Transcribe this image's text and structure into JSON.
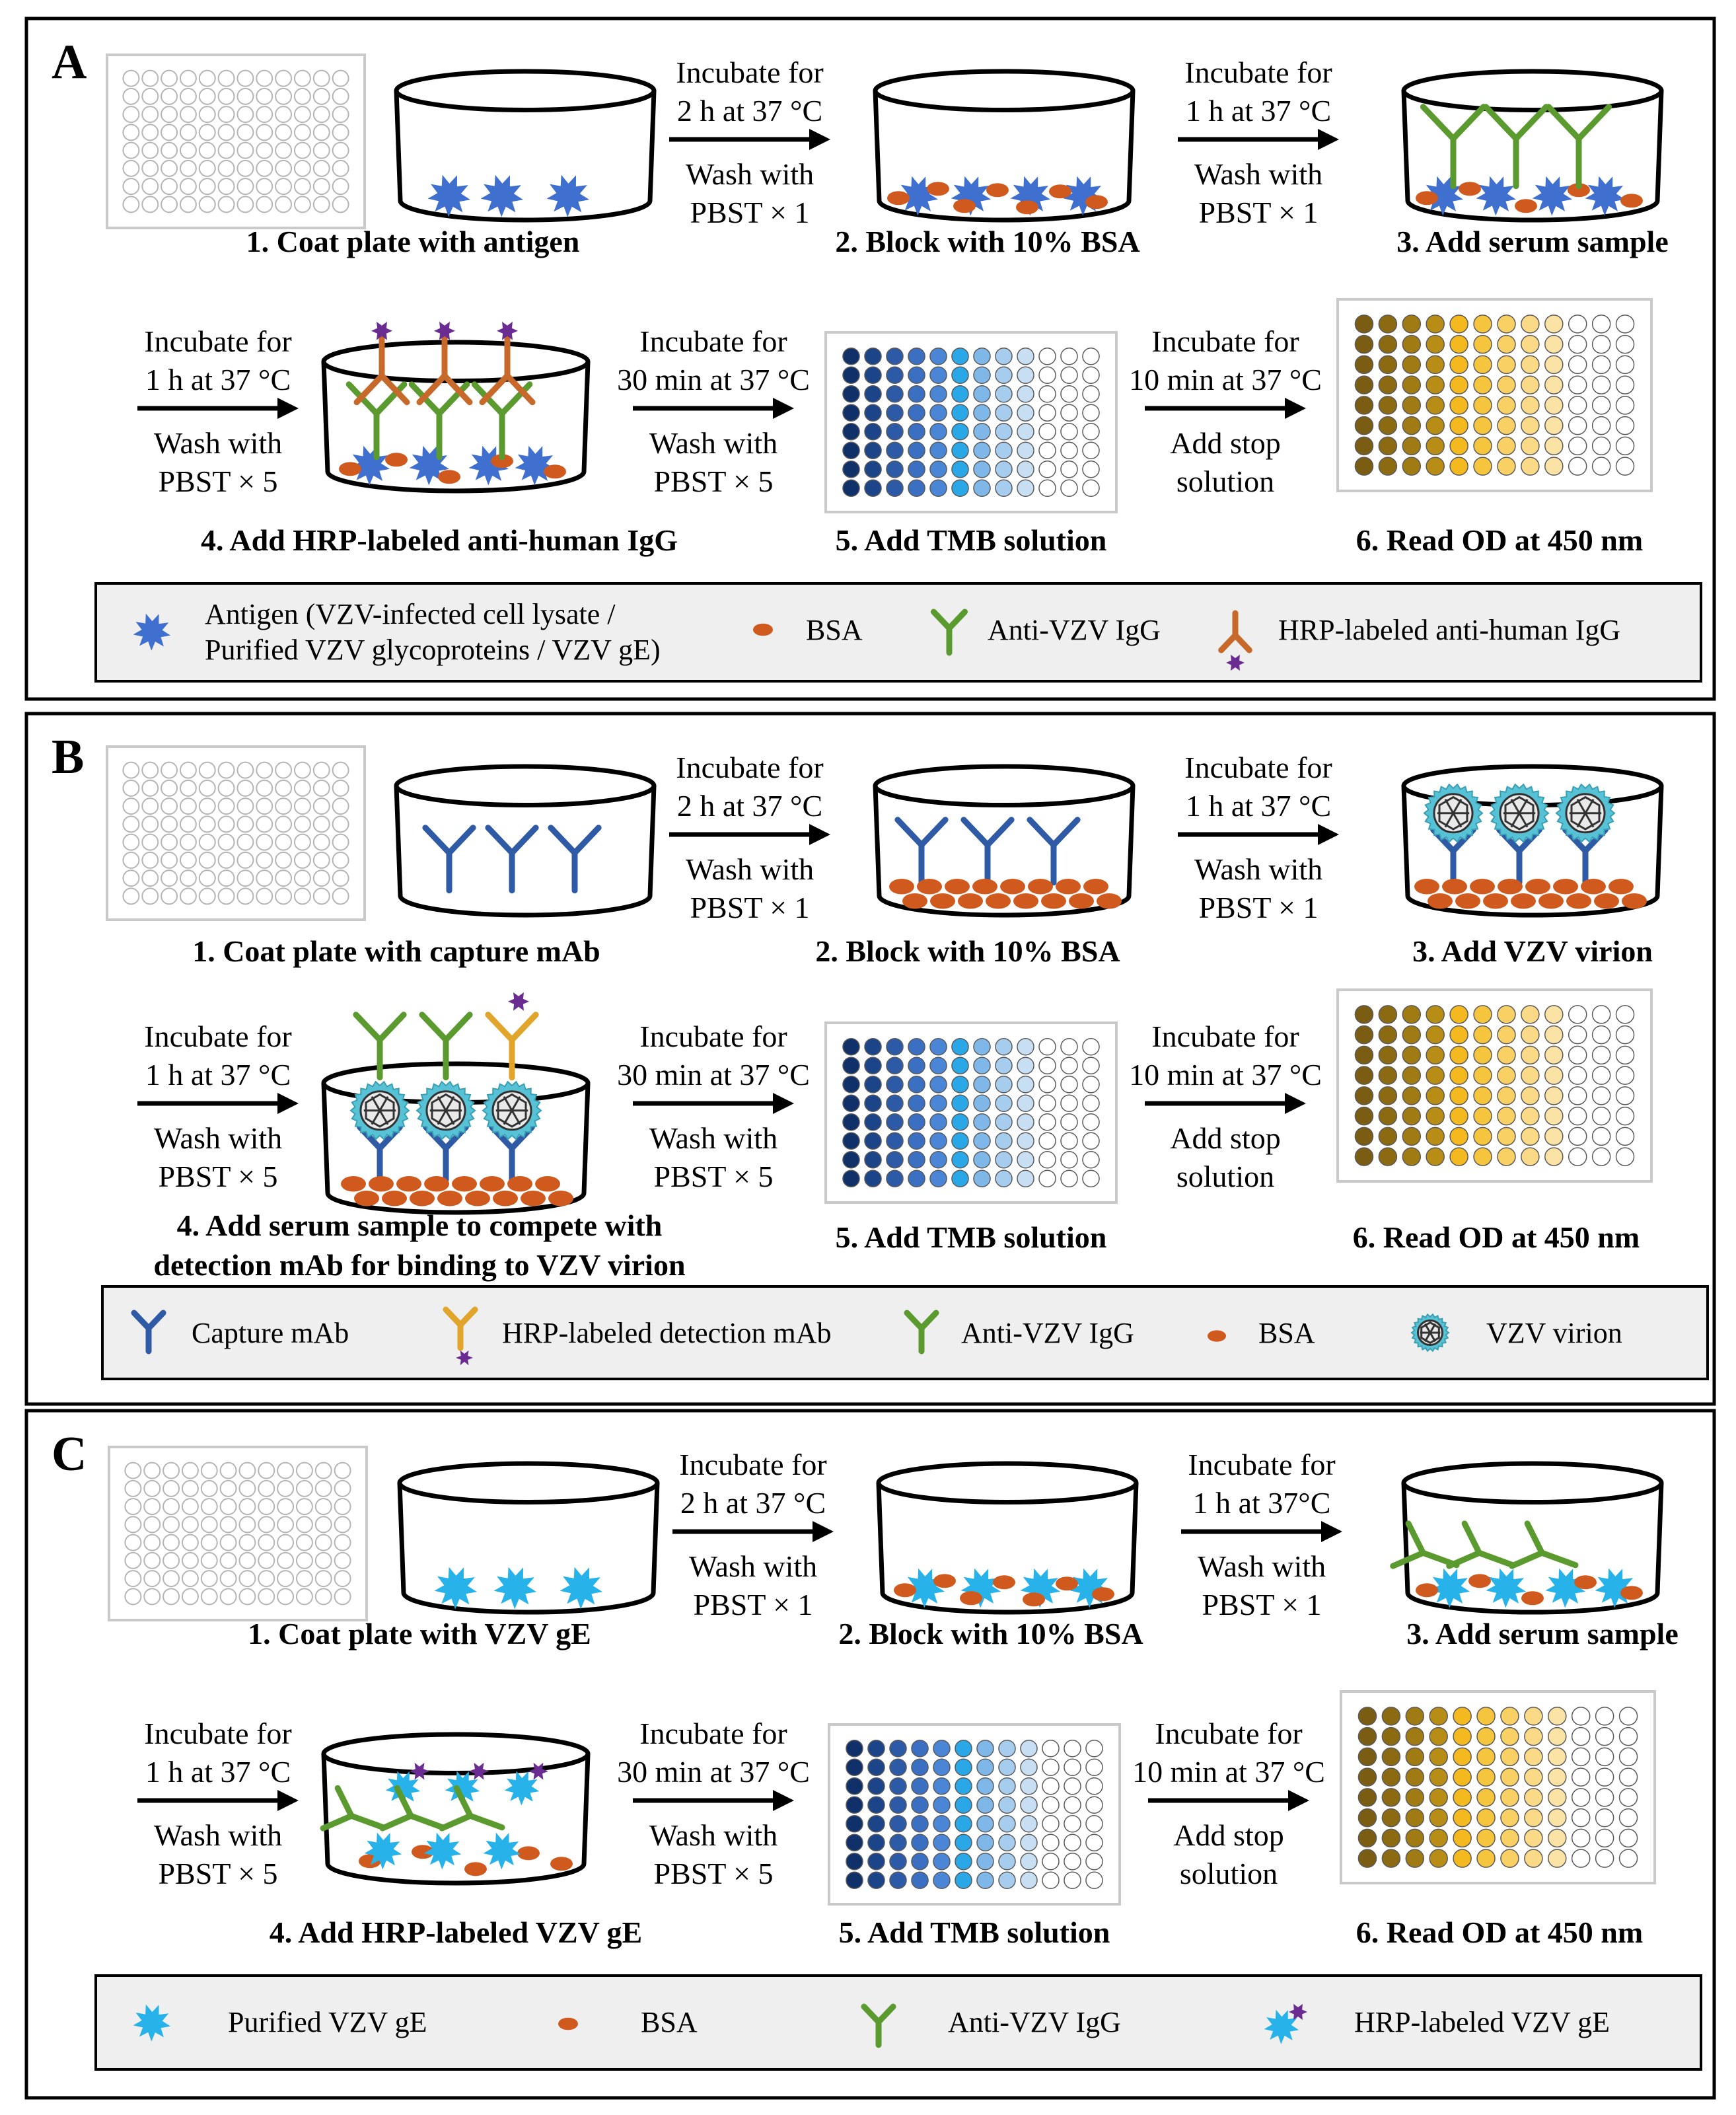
{
  "panels": [
    {
      "letter": "A",
      "steps": [
        "1. Coat plate with antigen",
        "2. Block with 10% BSA",
        "3. Add serum sample",
        "4. Add HRP-labeled anti-human IgG",
        "5. Add TMB solution",
        "6. Read OD at 450 nm"
      ],
      "arrows": [
        {
          "above": [
            "Incubate for",
            "2 h at 37 °C"
          ],
          "below": [
            "Wash with",
            "PBST × 1"
          ]
        },
        {
          "above": [
            "Incubate for",
            "1 h at 37 °C"
          ],
          "below": [
            "Wash with",
            "PBST × 1"
          ]
        },
        {
          "above": [
            "Incubate for",
            "1 h at 37 °C"
          ],
          "below": [
            "Wash with",
            "PBST × 5"
          ]
        },
        {
          "above": [
            "Incubate for",
            "30 min at 37 °C"
          ],
          "below": [
            "Wash with",
            "PBST × 5"
          ]
        },
        {
          "above": [
            "Incubate for",
            "10 min at 37 °C"
          ],
          "below": [
            "Add stop",
            "solution"
          ]
        }
      ],
      "legend": [
        {
          "icon": "antigen-icon",
          "lines": [
            "Antigen (VZV-infected cell lysate /",
            "Purified VZV glycoproteins / VZV gE)"
          ]
        },
        {
          "icon": "bsa-icon",
          "lines": [
            "BSA"
          ]
        },
        {
          "icon": "anti-vzv-igg-icon",
          "lines": [
            "Anti-VZV IgG"
          ]
        },
        {
          "icon": "hrp-anti-human-igg-icon",
          "lines": [
            "HRP-labeled anti-human IgG"
          ]
        }
      ]
    },
    {
      "letter": "B",
      "steps": [
        "1. Coat plate with capture mAb",
        "2. Block with 10% BSA",
        "3. Add VZV virion",
        "4. Add serum sample to compete with",
        "detection mAb for binding to VZV virion",
        "5. Add TMB solution",
        "6. Read OD at 450 nm"
      ],
      "arrows": [
        {
          "above": [
            "Incubate for",
            "2 h at 37 °C"
          ],
          "below": [
            "Wash with",
            "PBST × 1"
          ]
        },
        {
          "above": [
            "Incubate for",
            "1 h at 37 °C"
          ],
          "below": [
            "Wash with",
            "PBST × 1"
          ]
        },
        {
          "above": [
            "Incubate for",
            "1 h at 37 °C"
          ],
          "below": [
            "Wash with",
            "PBST × 5"
          ]
        },
        {
          "above": [
            "Incubate for",
            "30 min at 37 °C"
          ],
          "below": [
            "Wash with",
            "PBST × 5"
          ]
        },
        {
          "above": [
            "Incubate for",
            "10 min at 37 °C"
          ],
          "below": [
            "Add stop",
            "solution"
          ]
        }
      ],
      "legend": [
        {
          "icon": "capture-mab-icon",
          "lines": [
            "Capture mAb"
          ]
        },
        {
          "icon": "hrp-detection-mab-icon",
          "lines": [
            "HRP-labeled detection mAb"
          ]
        },
        {
          "icon": "anti-vzv-igg-icon",
          "lines": [
            "Anti-VZV IgG"
          ]
        },
        {
          "icon": "bsa-icon",
          "lines": [
            "BSA"
          ]
        },
        {
          "icon": "vzv-virion-icon",
          "lines": [
            "VZV virion"
          ]
        }
      ]
    },
    {
      "letter": "C",
      "steps": [
        "1. Coat plate with VZV gE",
        "2. Block with 10% BSA",
        "3. Add serum sample",
        "4. Add HRP-labeled VZV gE",
        "5. Add TMB solution",
        "6. Read OD at 450 nm"
      ],
      "arrows": [
        {
          "above": [
            "Incubate for",
            "2 h at 37 °C"
          ],
          "below": [
            "Wash with",
            "PBST × 1"
          ]
        },
        {
          "above": [
            "Incubate for",
            "1 h at 37°C"
          ],
          "below": [
            "Wash with",
            "PBST × 1"
          ]
        },
        {
          "above": [
            "Incubate for",
            "1 h at 37 °C"
          ],
          "below": [
            "Wash with",
            "PBST × 5"
          ]
        },
        {
          "above": [
            "Incubate for",
            "30 min at 37 °C"
          ],
          "below": [
            "Wash with",
            "PBST × 5"
          ]
        },
        {
          "above": [
            "Incubate for",
            "10 min at 37 °C"
          ],
          "below": [
            "Add stop",
            "solution"
          ]
        }
      ],
      "legend": [
        {
          "icon": "purified-gE-icon",
          "lines": [
            "Purified VZV gE"
          ]
        },
        {
          "icon": "bsa-icon",
          "lines": [
            "BSA"
          ]
        },
        {
          "icon": "anti-vzv-igg-icon",
          "lines": [
            "Anti-VZV IgG"
          ]
        },
        {
          "icon": "hrp-gE-icon",
          "lines": [
            "HRP-labeled VZV gE"
          ]
        }
      ]
    }
  ],
  "colors": {
    "antigen": "#3f6fcf",
    "gE": "#27b2ea",
    "bsa": "#d05a1e",
    "igg": "#5a9a2e",
    "hrp_orange": "#c7692a",
    "hrp_gold": "#e0a52a",
    "hrp": "#6a2c91",
    "capture_mab": "#2f5aa6",
    "virion_ring": "#57c1d6",
    "tmb_blues": [
      "#10306a",
      "#1c4488",
      "#2c5aa6",
      "#3a6fc1",
      "#4a85d6",
      "#2aa7e6",
      "#7fb8e8",
      "#a7cdee",
      "#c8def3",
      "#ffffff"
    ],
    "stop_yellows": [
      "#7a5d12",
      "#8c6a12",
      "#a07a12",
      "#b88d16",
      "#f3b91f",
      "#f6c53e",
      "#f8d064",
      "#fada86",
      "#fbe3a5",
      "#ffffff"
    ]
  }
}
